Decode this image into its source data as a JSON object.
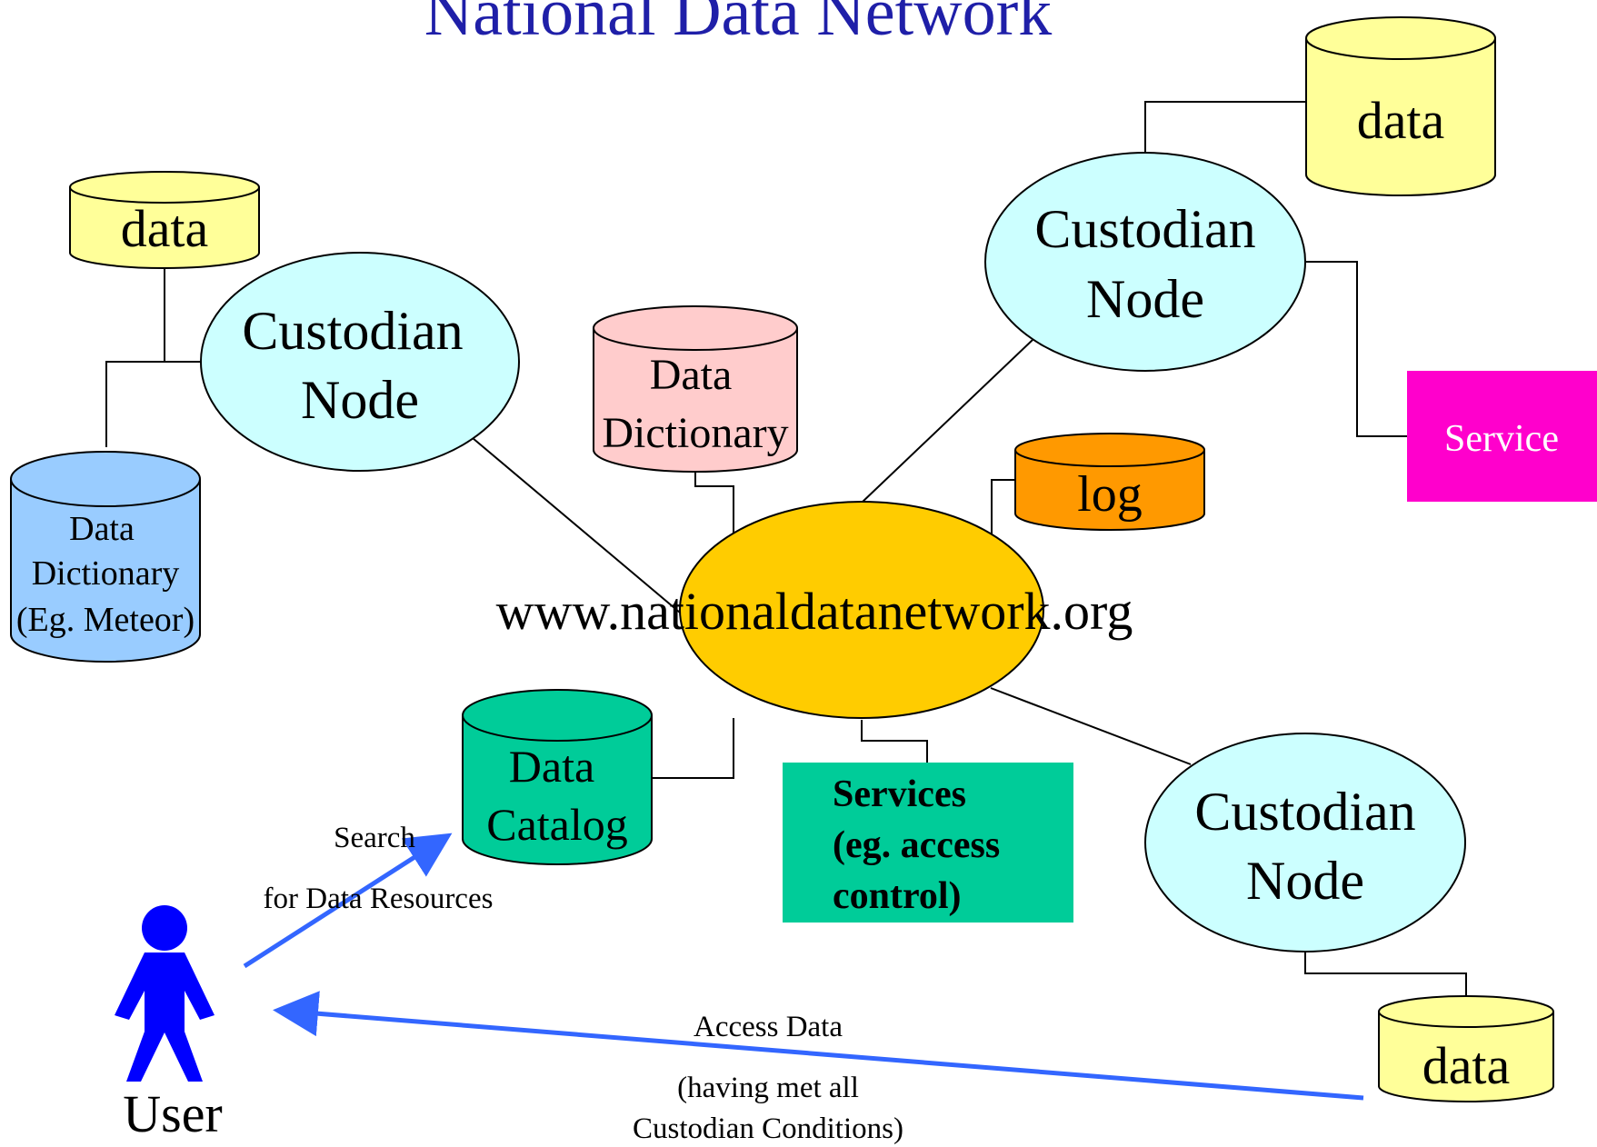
{
  "title": "National Data Network",
  "colors": {
    "node": "#CCFFFF",
    "hub": "#FFCC00",
    "data_db": "#FFFF99",
    "dictionary_pink": "#FFCCCC",
    "dictionary_blue": "#99CCFF",
    "log_db": "#FF9900",
    "catalog": "#00CC99",
    "services_box": "#00CC99",
    "service_box": "#FF00CC",
    "arrow": "#3366FF",
    "user": "#0000FF",
    "title": "#1F1FA8"
  },
  "hub": {
    "label": "www.nationaldatanetwork.org"
  },
  "nodes": {
    "left": {
      "line1": "Custodian",
      "line2": "Node"
    },
    "top_right": {
      "line1": "Custodian",
      "line2": "Node"
    },
    "bottom_right": {
      "line1": "Custodian",
      "line2": "Node"
    }
  },
  "databases": {
    "data_left": {
      "label": "data"
    },
    "data_top_right": {
      "label": "data"
    },
    "data_bottom_right": {
      "label": "data"
    },
    "dictionary_center": {
      "line1": "Data",
      "line2": "Dictionary"
    },
    "dictionary_left": {
      "line1": "Data",
      "line2": "Dictionary",
      "line3": "(Eg. Meteor)"
    },
    "log": {
      "label": "log"
    },
    "catalog": {
      "line1": "Data",
      "line2": "Catalog"
    }
  },
  "boxes": {
    "service": {
      "label": "Service"
    },
    "services": {
      "line1": "Services",
      "line2": "(eg. access",
      "line3": "control)"
    }
  },
  "user": {
    "label": "User"
  },
  "arrows": {
    "search": {
      "line1": "Search",
      "line2": "for Data Resources"
    },
    "access": {
      "line1": "Access Data",
      "line2": "(having met all",
      "line3": "Custodian Conditions)"
    }
  }
}
